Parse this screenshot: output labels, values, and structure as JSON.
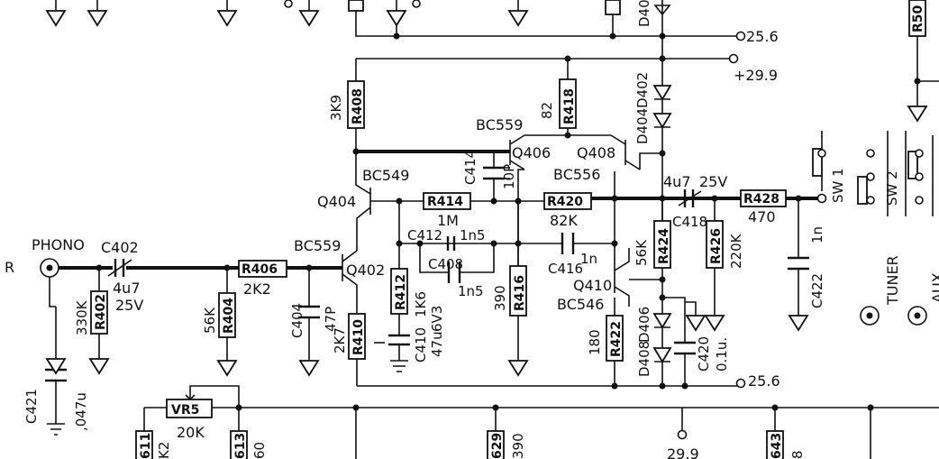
{
  "rails": {
    "neg_top": "25.6",
    "pos_top": "+29.9",
    "neg_bottom": "25.6",
    "pos_bottom": "29.9"
  },
  "connectors": {
    "phono": "PHONO",
    "r_channel": "R",
    "tuner": "TUNER",
    "aux": "AUX",
    "sw1": "SW 1",
    "sw2": "SW 2"
  },
  "transistors": {
    "q402": {
      "ref": "Q402",
      "type": "BC559"
    },
    "q404": {
      "ref": "Q404",
      "type": "BC549"
    },
    "q406": {
      "ref": "Q406",
      "type": "BC559"
    },
    "q408": {
      "ref": "Q408",
      "type": "BC556"
    },
    "q410": {
      "ref": "Q410",
      "type": "BC546"
    }
  },
  "resistors": {
    "r402": {
      "ref": "R402",
      "value": "330K"
    },
    "r404": {
      "ref": "R404",
      "value": "56K"
    },
    "r406": {
      "ref": "R406",
      "value": "2K2"
    },
    "r408": {
      "ref": "R408",
      "value": "3K9"
    },
    "r410": {
      "ref": "R410",
      "value": "2K7"
    },
    "r412": {
      "ref": "R412",
      "value": "1K6"
    },
    "r414": {
      "ref": "R414",
      "value": "1M"
    },
    "r416": {
      "ref": "R416",
      "value": "390"
    },
    "r418": {
      "ref": "R418",
      "value": "82"
    },
    "r420": {
      "ref": "R420",
      "value": "82K"
    },
    "r422": {
      "ref": "R422",
      "value": "180"
    },
    "r424": {
      "ref": "R424",
      "value": "56K"
    },
    "r426": {
      "ref": "R426",
      "value": "220K"
    },
    "r428": {
      "ref": "R428",
      "value": "470"
    }
  },
  "capacitors": {
    "c402": {
      "ref": "C402",
      "value": "4u7",
      "voltage": "25V"
    },
    "c404": {
      "ref": "C404",
      "value": "47P"
    },
    "c408": {
      "ref": "C408",
      "value": "1n5"
    },
    "c410": {
      "ref": "C410",
      "value": "47u",
      "voltage": "6V3"
    },
    "c412": {
      "ref": "C412",
      "value": "1n5"
    },
    "c414": {
      "ref": "C414",
      "value": "10P"
    },
    "c416": {
      "ref": "C416",
      "value": "1n"
    },
    "c418": {
      "ref": "C418",
      "value": "4u7",
      "voltage": "25V"
    },
    "c420": {
      "ref": "C420",
      "value": "0.1u."
    },
    "c421": {
      "ref": "C421",
      "value": ",047u"
    },
    "c422": {
      "ref": "C422",
      "value": "1n"
    }
  },
  "diodes": {
    "d402": "D402",
    "d404": "D404",
    "d406": "D406",
    "d408": "D408",
    "d40x": "D40"
  },
  "potentiometer": {
    "ref": "VR5",
    "value": "20K"
  },
  "edge_fragments": {
    "r50x": "R50",
    "r51x": "611",
    "k2": "K2",
    "r613": "613",
    "v60": "60",
    "r629": "629",
    "v390": "390",
    "r643": "643",
    "v8": "8"
  }
}
